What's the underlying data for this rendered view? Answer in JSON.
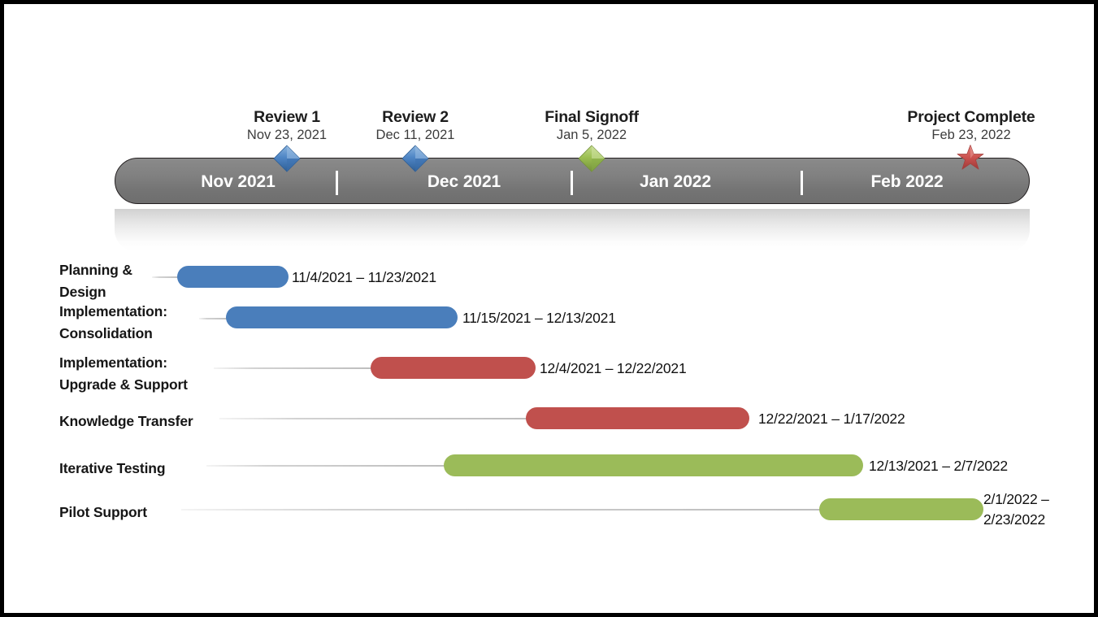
{
  "chart_data": {
    "type": "bar",
    "title": "",
    "subtitle": "",
    "xlabel": "",
    "ylabel": "",
    "chart_kind": "gantt-timeline",
    "axis_months": [
      "Nov 2021",
      "Dec 2021",
      "Jan 2022",
      "Feb 2022"
    ],
    "axis_range": [
      "11/1/2021",
      "2/28/2022"
    ],
    "legend": [],
    "grid": false,
    "milestones": [
      {
        "title": "Review 1",
        "date": "Nov 23, 2021",
        "marker": "diamond-blue",
        "color": "#4A7EBB"
      },
      {
        "title": "Review 2",
        "date": "Dec 11, 2021",
        "marker": "diamond-blue",
        "color": "#4A7EBB"
      },
      {
        "title": "Final Signoff",
        "date": "Jan 5, 2022",
        "marker": "diamond-green",
        "color": "#9BBB59"
      },
      {
        "title": "Project Complete",
        "date": "Feb 23, 2022",
        "marker": "star-red",
        "color": "#C0504D"
      }
    ],
    "categories": [
      "Planning & Design",
      "Implementation: Consolidation",
      "Implementation: Upgrade & Support",
      "Knowledge Transfer",
      "Iterative Testing",
      "Pilot Support"
    ],
    "tasks": [
      {
        "label_line1": "Planning &",
        "label_line2": "Design",
        "start": "11/4/2021",
        "end": "11/23/2021",
        "range_text": "11/4/2021 – 11/23/2021",
        "color": "#4A7EBB"
      },
      {
        "label_line1": "Implementation:",
        "label_line2": "Consolidation",
        "start": "11/15/2021",
        "end": "12/13/2021",
        "range_text": "11/15/2021 – 12/13/2021",
        "color": "#4A7EBB"
      },
      {
        "label_line1": "Implementation:",
        "label_line2": "Upgrade & Support",
        "start": "12/4/2021",
        "end": "12/22/2021",
        "range_text": "12/4/2021 – 12/22/2021",
        "color": "#C0504D"
      },
      {
        "label_line1": "Knowledge Transfer",
        "label_line2": "",
        "start": "12/22/2021",
        "end": "1/17/2022",
        "range_text": "12/22/2021 – 1/17/2022",
        "color": "#C0504D"
      },
      {
        "label_line1": "Iterative Testing",
        "label_line2": "",
        "start": "12/13/2021",
        "end": "2/7/2022",
        "range_text": "12/13/2021 – 2/7/2022",
        "color": "#9BBB59"
      },
      {
        "label_line1": "Pilot Support",
        "label_line2": "",
        "start": "2/1/2022",
        "end": "2/23/2022",
        "range_text_line1": "2/1/2022 –",
        "range_text_line2": "2/23/2022",
        "range_text": "2/1/2022 – 2/23/2022",
        "color": "#9BBB59"
      }
    ],
    "colors": {
      "blue": "#4A7EBB",
      "red": "#C0504D",
      "green": "#9BBB59",
      "timeline_bar": "#7A7A7A",
      "timeline_outline": "#231F20",
      "text": "#161616",
      "leader_line": "#BDBDBD",
      "background": "#FFFFFF",
      "frame_border": "#000000"
    }
  },
  "timeline": {
    "segments": [
      {
        "label": "Nov 2021"
      },
      {
        "label": "Dec 2021"
      },
      {
        "label": "Jan 2022"
      },
      {
        "label": "Feb 2022"
      }
    ]
  }
}
